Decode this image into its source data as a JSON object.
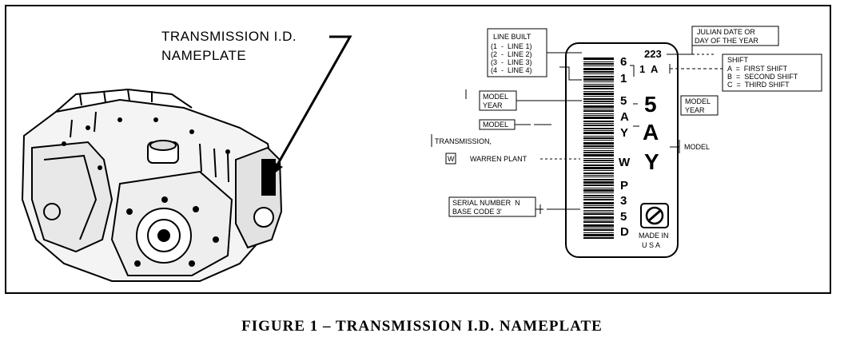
{
  "callout": {
    "line1": "TRANSMISSION I.D.",
    "line2": "NAMEPLATE"
  },
  "line_built": {
    "title": "LINE BUILT",
    "items": [
      "(1  -  LINE 1)",
      "(2  -  LINE 2)",
      "(3  -  LINE 3)",
      "(4  -  LINE 4)"
    ]
  },
  "model_year_left": {
    "line1": "MODEL",
    "line2": "YEAR"
  },
  "model_left": "MODEL",
  "transmission": "TRANSMISSION,",
  "warren": {
    "code": "W",
    "text": "WARREN PLANT"
  },
  "serial": {
    "line1": "SERIAL NUMBER  N",
    "line2": "BASE CODE 3'"
  },
  "julian": {
    "line1": "JULIAN DATE OR",
    "line2": "DAY OF THE YEAR"
  },
  "shift": {
    "title": "SHIFT",
    "items": [
      "A  =  FIRST SHIFT",
      "B  =  SECOND SHIFT",
      "C  =  THIRD SHIFT"
    ]
  },
  "model_year_right": {
    "line1": "MODEL",
    "line2": "YEAR"
  },
  "model_right": "MODEL",
  "plate": {
    "vertical_chars": [
      "6",
      "1",
      "5",
      "A",
      "Y",
      "W",
      "P",
      "3",
      "5",
      "D"
    ],
    "julian_number": "223",
    "shift_code": "1  A",
    "big_chars": [
      "5",
      "A",
      "Y"
    ],
    "made_in_1": "MADE IN",
    "made_in_2": "U S A"
  },
  "caption": "FIGURE 1 – TRANSMISSION I.D. NAMEPLATE"
}
